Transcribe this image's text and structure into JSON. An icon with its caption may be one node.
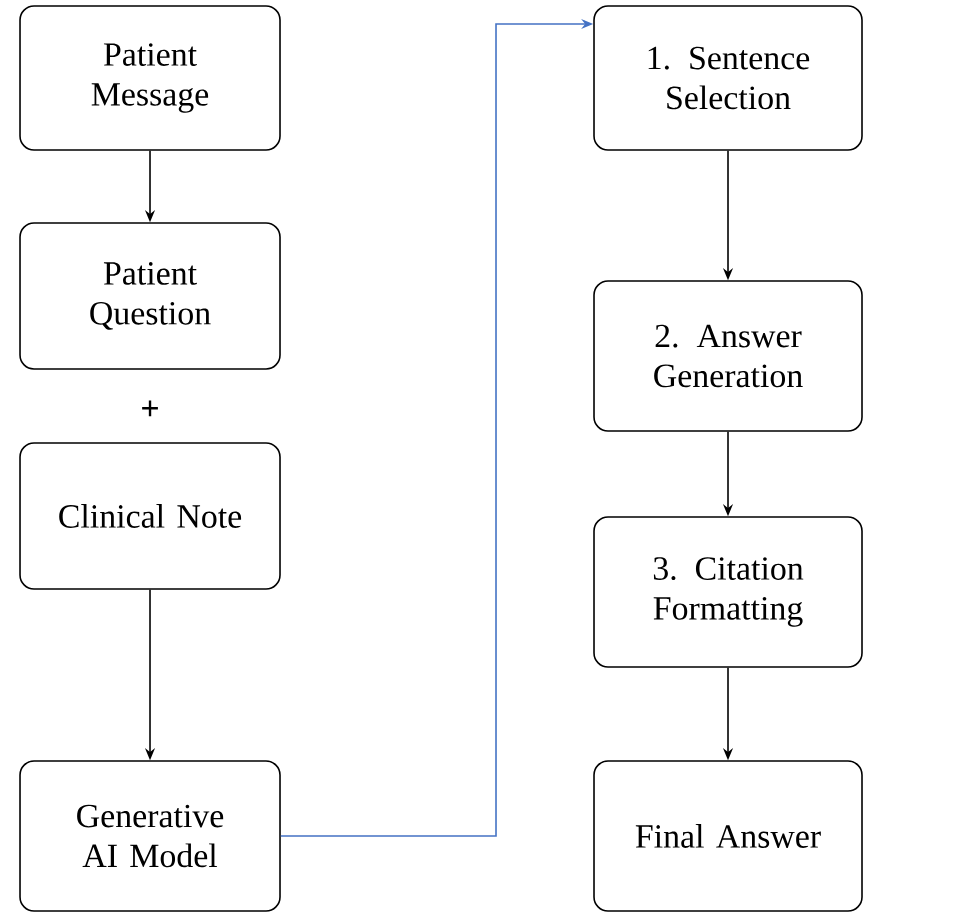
{
  "diagram": {
    "nodes": [
      {
        "text": [
          "Patient Message"
        ]
      },
      {
        "text": [
          "Patient Question"
        ]
      },
      {
        "text": [
          "Clinical Note"
        ]
      },
      {
        "text": [
          "Generative AI Model"
        ]
      },
      {
        "text": [
          "1. Sentence Selection"
        ]
      },
      {
        "text": [
          "2. Answer Generation"
        ]
      },
      {
        "text": [
          "3. Citation Formatting"
        ]
      },
      {
        "text": [
          "Final Answer"
        ]
      }
    ],
    "edges": [
      {
        "from": 0,
        "to": 1,
        "arrow": "to"
      },
      {
        "from": 2,
        "to": 3,
        "arrow": "to"
      },
      {
        "from": 3,
        "to": 4,
        "arrow": "to",
        "color": "#4472c4"
      },
      {
        "from": 4,
        "to": 5,
        "arrow": "to"
      },
      {
        "from": 5,
        "to": 6,
        "arrow": "to"
      },
      {
        "from": 6,
        "to": 7,
        "arrow": "to"
      }
    ],
    "labels": [
      "+"
    ]
  }
}
